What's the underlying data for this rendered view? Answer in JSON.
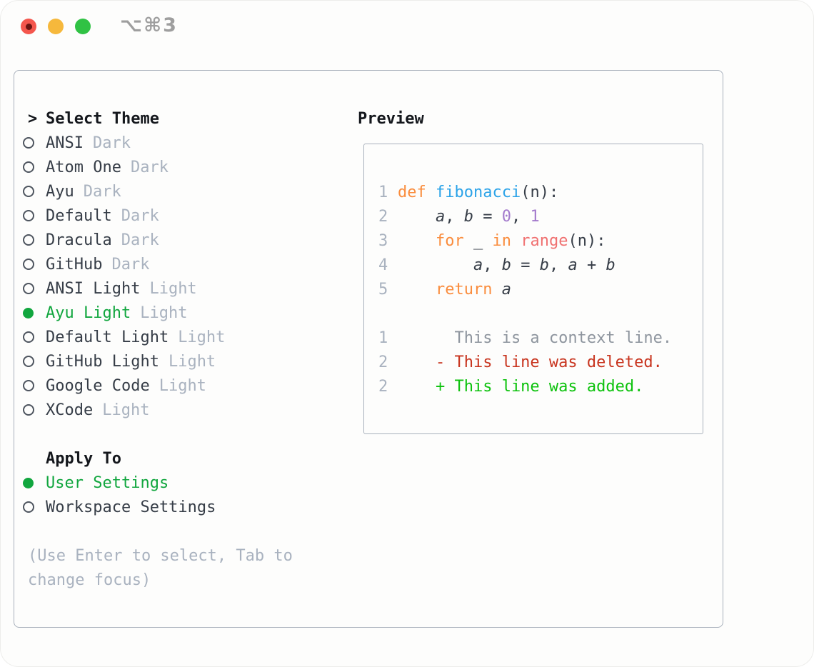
{
  "window": {
    "shortcut_label": "⌥⌘3"
  },
  "theme_panel": {
    "header_prefix": ">",
    "header": "Select Theme",
    "items": [
      {
        "name": "ANSI",
        "tag": "Dark",
        "selected": false
      },
      {
        "name": "Atom One",
        "tag": "Dark",
        "selected": false
      },
      {
        "name": "Ayu",
        "tag": "Dark",
        "selected": false
      },
      {
        "name": "Default",
        "tag": "Dark",
        "selected": false
      },
      {
        "name": "Dracula",
        "tag": "Dark",
        "selected": false
      },
      {
        "name": "GitHub",
        "tag": "Dark",
        "selected": false
      },
      {
        "name": "ANSI Light",
        "tag": "Light",
        "selected": false
      },
      {
        "name": "Ayu Light",
        "tag": "Light",
        "selected": true
      },
      {
        "name": "Default Light",
        "tag": "Light",
        "selected": false
      },
      {
        "name": "GitHub Light",
        "tag": "Light",
        "selected": false
      },
      {
        "name": "Google Code",
        "tag": "Light",
        "selected": false
      },
      {
        "name": "XCode",
        "tag": "Light",
        "selected": false
      }
    ]
  },
  "apply_panel": {
    "header": "Apply To",
    "items": [
      {
        "name": "User Settings",
        "selected": true
      },
      {
        "name": "Workspace Settings",
        "selected": false
      }
    ]
  },
  "hint_lines": [
    "(Use Enter to select, Tab to",
    "change focus)"
  ],
  "preview": {
    "header": "Preview",
    "lines": [
      {
        "num": "1",
        "tokens": [
          [
            "kw",
            "def"
          ],
          [
            "plain",
            " "
          ],
          [
            "fn",
            "fibonacci"
          ],
          [
            "plain",
            "(n):"
          ]
        ]
      },
      {
        "num": "2",
        "tokens": [
          [
            "plain",
            "    "
          ],
          [
            "var",
            "a"
          ],
          [
            "plain",
            ", "
          ],
          [
            "var",
            "b"
          ],
          [
            "plain",
            " = "
          ],
          [
            "num",
            "0"
          ],
          [
            "plain",
            ", "
          ],
          [
            "num",
            "1"
          ]
        ]
      },
      {
        "num": "3",
        "tokens": [
          [
            "plain",
            "    "
          ],
          [
            "kw",
            "for"
          ],
          [
            "plain",
            " _ "
          ],
          [
            "kw",
            "in"
          ],
          [
            "plain",
            " "
          ],
          [
            "call",
            "range"
          ],
          [
            "plain",
            "(n):"
          ]
        ]
      },
      {
        "num": "4",
        "tokens": [
          [
            "plain",
            "        "
          ],
          [
            "var",
            "a"
          ],
          [
            "plain",
            ", "
          ],
          [
            "var",
            "b"
          ],
          [
            "plain",
            " = "
          ],
          [
            "var",
            "b"
          ],
          [
            "plain",
            ", "
          ],
          [
            "var",
            "a"
          ],
          [
            "plain",
            " + "
          ],
          [
            "var",
            "b"
          ]
        ]
      },
      {
        "num": "5",
        "tokens": [
          [
            "plain",
            "    "
          ],
          [
            "kw",
            "return"
          ],
          [
            "plain",
            " "
          ],
          [
            "var",
            "a"
          ]
        ]
      },
      {
        "num": "",
        "tokens": []
      },
      {
        "num": "1",
        "tokens": [
          [
            "ctx",
            "      This is a context line."
          ]
        ]
      },
      {
        "num": "2",
        "tokens": [
          [
            "del",
            "    - This line was deleted."
          ]
        ]
      },
      {
        "num": "2",
        "tokens": [
          [
            "add",
            "    + This line was added."
          ]
        ]
      }
    ]
  },
  "colors": {
    "accent-green": "#11a63e",
    "muted": "#a9b2bf",
    "text": "#363d47",
    "header-text": "#14171c",
    "border": "#a9b1bc",
    "keyword": "#fa8d3e",
    "function": "#2ba3e8",
    "call": "#f07171",
    "number": "#a37acc",
    "context": "#8e959e",
    "added": "#0cc20c",
    "deleted": "#c8341e",
    "traffic-red": "#f4564d",
    "traffic-yellow": "#f6b83c",
    "traffic-green": "#30c244",
    "title-gray": "#9e9e9e"
  }
}
